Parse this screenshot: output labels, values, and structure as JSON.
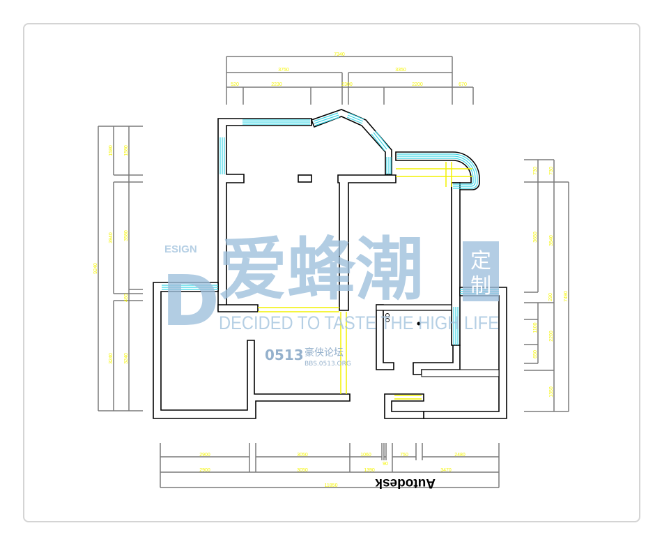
{
  "dimensions": {
    "top": {
      "overall": "7340",
      "row2": [
        "3750",
        "3350"
      ],
      "row3": [
        "520",
        "2230",
        "2300",
        "2200",
        "670"
      ]
    },
    "left": {
      "overall": "9240",
      "col2": [
        "1580",
        "3940",
        "3240"
      ],
      "col3": [
        "1580",
        "3580",
        "460",
        "3240"
      ]
    },
    "right": {
      "overall": "7490",
      "col1": [
        "730",
        "3650",
        "290",
        "1100",
        "650"
      ],
      "col2": [
        "730",
        "3940",
        "2200",
        "1350"
      ]
    },
    "bottom": {
      "row1": [
        "2900",
        "3050",
        "1060",
        "750",
        "2480"
      ],
      "gap": "90",
      "row2": [
        "2900",
        "3050",
        "1390",
        "3470"
      ],
      "overall": "11850"
    }
  },
  "watermark": {
    "esign": "ESIGN",
    "d": "D",
    "brand": "爱蜂潮",
    "custom_1": "定",
    "custom_2": "制",
    "slogan": "DECIDED TO TASTE THE HIGH LIFE",
    "forum_num": "0513",
    "forum_name": "豪侠论坛",
    "forum_url": "BBS.0513.ORG"
  },
  "autodesk_label": "Autodesk",
  "colors": {
    "window": "#3fd6e6",
    "dimension_text": "#f5f500",
    "door": "#f2f200",
    "watermark": "#9dbfdc"
  }
}
